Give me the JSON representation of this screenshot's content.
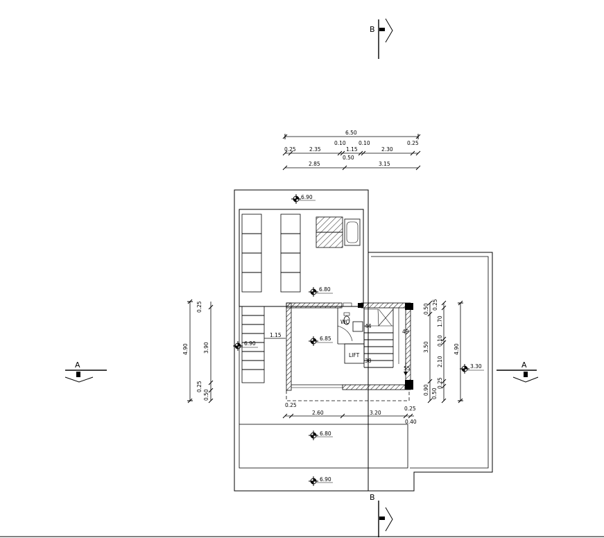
{
  "section_marks": {
    "a": "A",
    "b": "B"
  },
  "top_dims": {
    "overall": "6.50",
    "wall_left": "0.10",
    "wall_right": "0.10",
    "edge_left": "0.25",
    "seg1": "2.35",
    "seg2": "1.15",
    "seg3": "2.30",
    "edge_right": "0.25",
    "mid": "0.50",
    "lower_left": "2.85",
    "lower_right": "3.15"
  },
  "levels": {
    "roof_top": "6.90",
    "terrace_upper": "6.80",
    "room": "6.85",
    "stair_left": "6.90",
    "terrace_lower": "6.80",
    "bottom": "6.90",
    "right_roof": "3.30"
  },
  "room_labels": {
    "wc": "WC",
    "lift": "LIFT"
  },
  "small_dims": {
    "wc_44": "44",
    "stair_49": "49",
    "lift_38": "38",
    "stair_55": "55"
  },
  "left_dims": {
    "top": "0.25",
    "main": "3.90",
    "bottom1": "0.25",
    "bottom2": "0.50",
    "total": "4.90",
    "ramp": "1.15"
  },
  "right_dims": {
    "a1": "0.50",
    "a2": "3.50",
    "a3": "0.90",
    "b1": "0.25",
    "b2": "1.70",
    "b3": "0.10",
    "b4": "2.10",
    "b5": "0.25",
    "b6": "0.50",
    "total": "4.90"
  },
  "bottom_dims": {
    "left_edge": "0.25",
    "seg1": "2.60",
    "seg2": "3.20",
    "right_a": "0.25",
    "right_b": "0.40"
  }
}
